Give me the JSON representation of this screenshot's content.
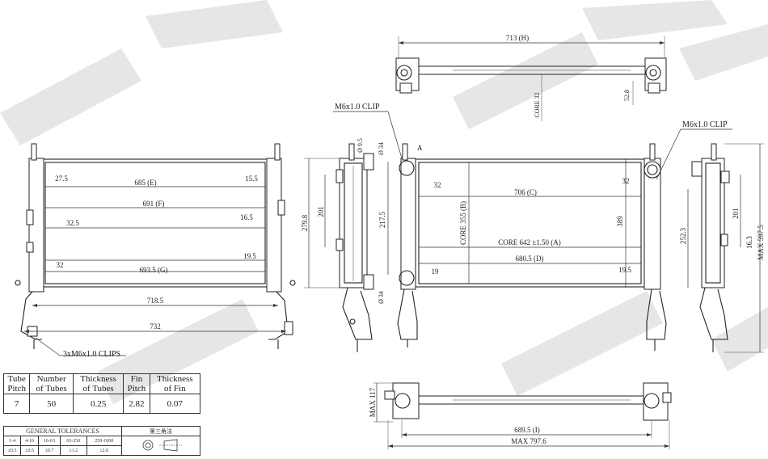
{
  "callouts": {
    "clips_bottom": "3xM6x1.0 CLIPS",
    "clip_left": "M6x1.0 CLIP",
    "clip_right": "M6x1.0 CLIP",
    "point_a": "A"
  },
  "dimensions": {
    "top_h": "713 (H)",
    "top_core": "CORE 32",
    "top_52_8": "52.8",
    "front_27_5": "27.5",
    "front_15_5": "15.5",
    "front_e": "685 (E)",
    "front_f": "691 (F)",
    "front_32_5": "32.5",
    "front_16_5": "16.5",
    "front_19_5": "19.5",
    "front_32": "32",
    "front_g": "693.5 (G)",
    "front_718_5": "718.5",
    "front_732": "732",
    "side_279_8": "279.8",
    "side_201": "201",
    "side_217_5": "217.5",
    "side_d95": "Ø 9.5",
    "side_d34_top": "Ø 34",
    "side_d34_bottom": "Ø 34",
    "rear_32_left": "32",
    "rear_c": "706 (C)",
    "rear_32_right": "32",
    "rear_core_b": "CORE 355 (B)",
    "rear_389": "389",
    "rear_core_a": "CORE 642 ±1.50 (A)",
    "rear_d": "680.5 (D)",
    "rear_19": "19",
    "rear_19_5": "19.5",
    "rside_252_3": "252.3",
    "rside_201": "201",
    "rside_163": "16.3",
    "rside_max": "MAX 597.5",
    "bottom_max117": "MAX 117",
    "bottom_i": "689.5 (I)",
    "bottom_max797": "MAX 797.6"
  },
  "spec_table": {
    "headers": [
      [
        "Tube",
        "Pitch"
      ],
      [
        "Number",
        "of Tubes"
      ],
      [
        "Thickness",
        "of Tubes"
      ],
      [
        "Fin",
        "Pitch"
      ],
      [
        "Thickness",
        "of Fin"
      ]
    ],
    "values": [
      "7",
      "50",
      "0.25",
      "2.82",
      "0.07"
    ]
  },
  "tolerances": {
    "title": "GENERAL TOLERANCES",
    "projection": "第三角法",
    "ranges": [
      "1-4",
      "4-16",
      "16-63",
      "63-250",
      "250-1000"
    ],
    "values": [
      "±0.3",
      "±0.5",
      "±0.7",
      "±1.2",
      "±2.0"
    ]
  }
}
